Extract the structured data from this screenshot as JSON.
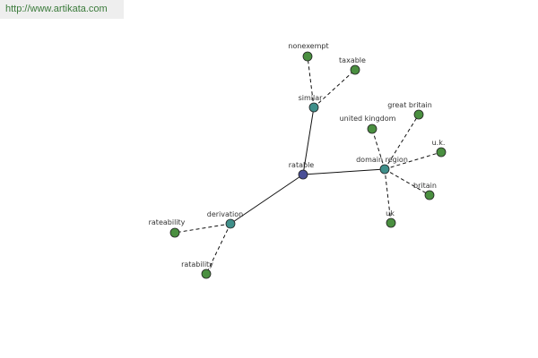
{
  "banner": {
    "url": "http://www.artikata.com"
  },
  "colors": {
    "center_node": "#4a4f96",
    "hub_node": "#3f8f8a",
    "leaf_node": "#4a8f40",
    "node_stroke": "#222222",
    "edge": "#111111"
  },
  "graph": {
    "nodes": [
      {
        "id": "ratable",
        "label": "ratable",
        "kind": "center"
      },
      {
        "id": "similar",
        "label": "similar",
        "kind": "hub"
      },
      {
        "id": "domain_region",
        "label": "domain region",
        "kind": "hub"
      },
      {
        "id": "derivation",
        "label": "derivation",
        "kind": "hub"
      },
      {
        "id": "nonexempt",
        "label": "nonexempt",
        "kind": "leaf"
      },
      {
        "id": "taxable",
        "label": "taxable",
        "kind": "leaf"
      },
      {
        "id": "united_kingdom",
        "label": "united kingdom",
        "kind": "leaf"
      },
      {
        "id": "great_britain",
        "label": "great britain",
        "kind": "leaf"
      },
      {
        "id": "uk_dot",
        "label": "u.k.",
        "kind": "leaf"
      },
      {
        "id": "britain",
        "label": "britain",
        "kind": "leaf"
      },
      {
        "id": "uk",
        "label": "uk",
        "kind": "leaf"
      },
      {
        "id": "rateability",
        "label": "rateability",
        "kind": "leaf"
      },
      {
        "id": "ratability",
        "label": "ratability",
        "kind": "leaf"
      }
    ],
    "edges": [
      {
        "from": "ratable",
        "to": "similar",
        "style": "solid"
      },
      {
        "from": "ratable",
        "to": "domain_region",
        "style": "solid"
      },
      {
        "from": "ratable",
        "to": "derivation",
        "style": "solid"
      },
      {
        "from": "similar",
        "to": "nonexempt",
        "style": "dashed"
      },
      {
        "from": "similar",
        "to": "taxable",
        "style": "dashed"
      },
      {
        "from": "domain_region",
        "to": "united_kingdom",
        "style": "dashed"
      },
      {
        "from": "domain_region",
        "to": "great_britain",
        "style": "dashed"
      },
      {
        "from": "domain_region",
        "to": "uk_dot",
        "style": "dashed"
      },
      {
        "from": "domain_region",
        "to": "britain",
        "style": "dashed"
      },
      {
        "from": "domain_region",
        "to": "uk",
        "style": "dashed"
      },
      {
        "from": "derivation",
        "to": "rateability",
        "style": "dashed"
      },
      {
        "from": "derivation",
        "to": "ratability",
        "style": "dashed"
      }
    ]
  }
}
